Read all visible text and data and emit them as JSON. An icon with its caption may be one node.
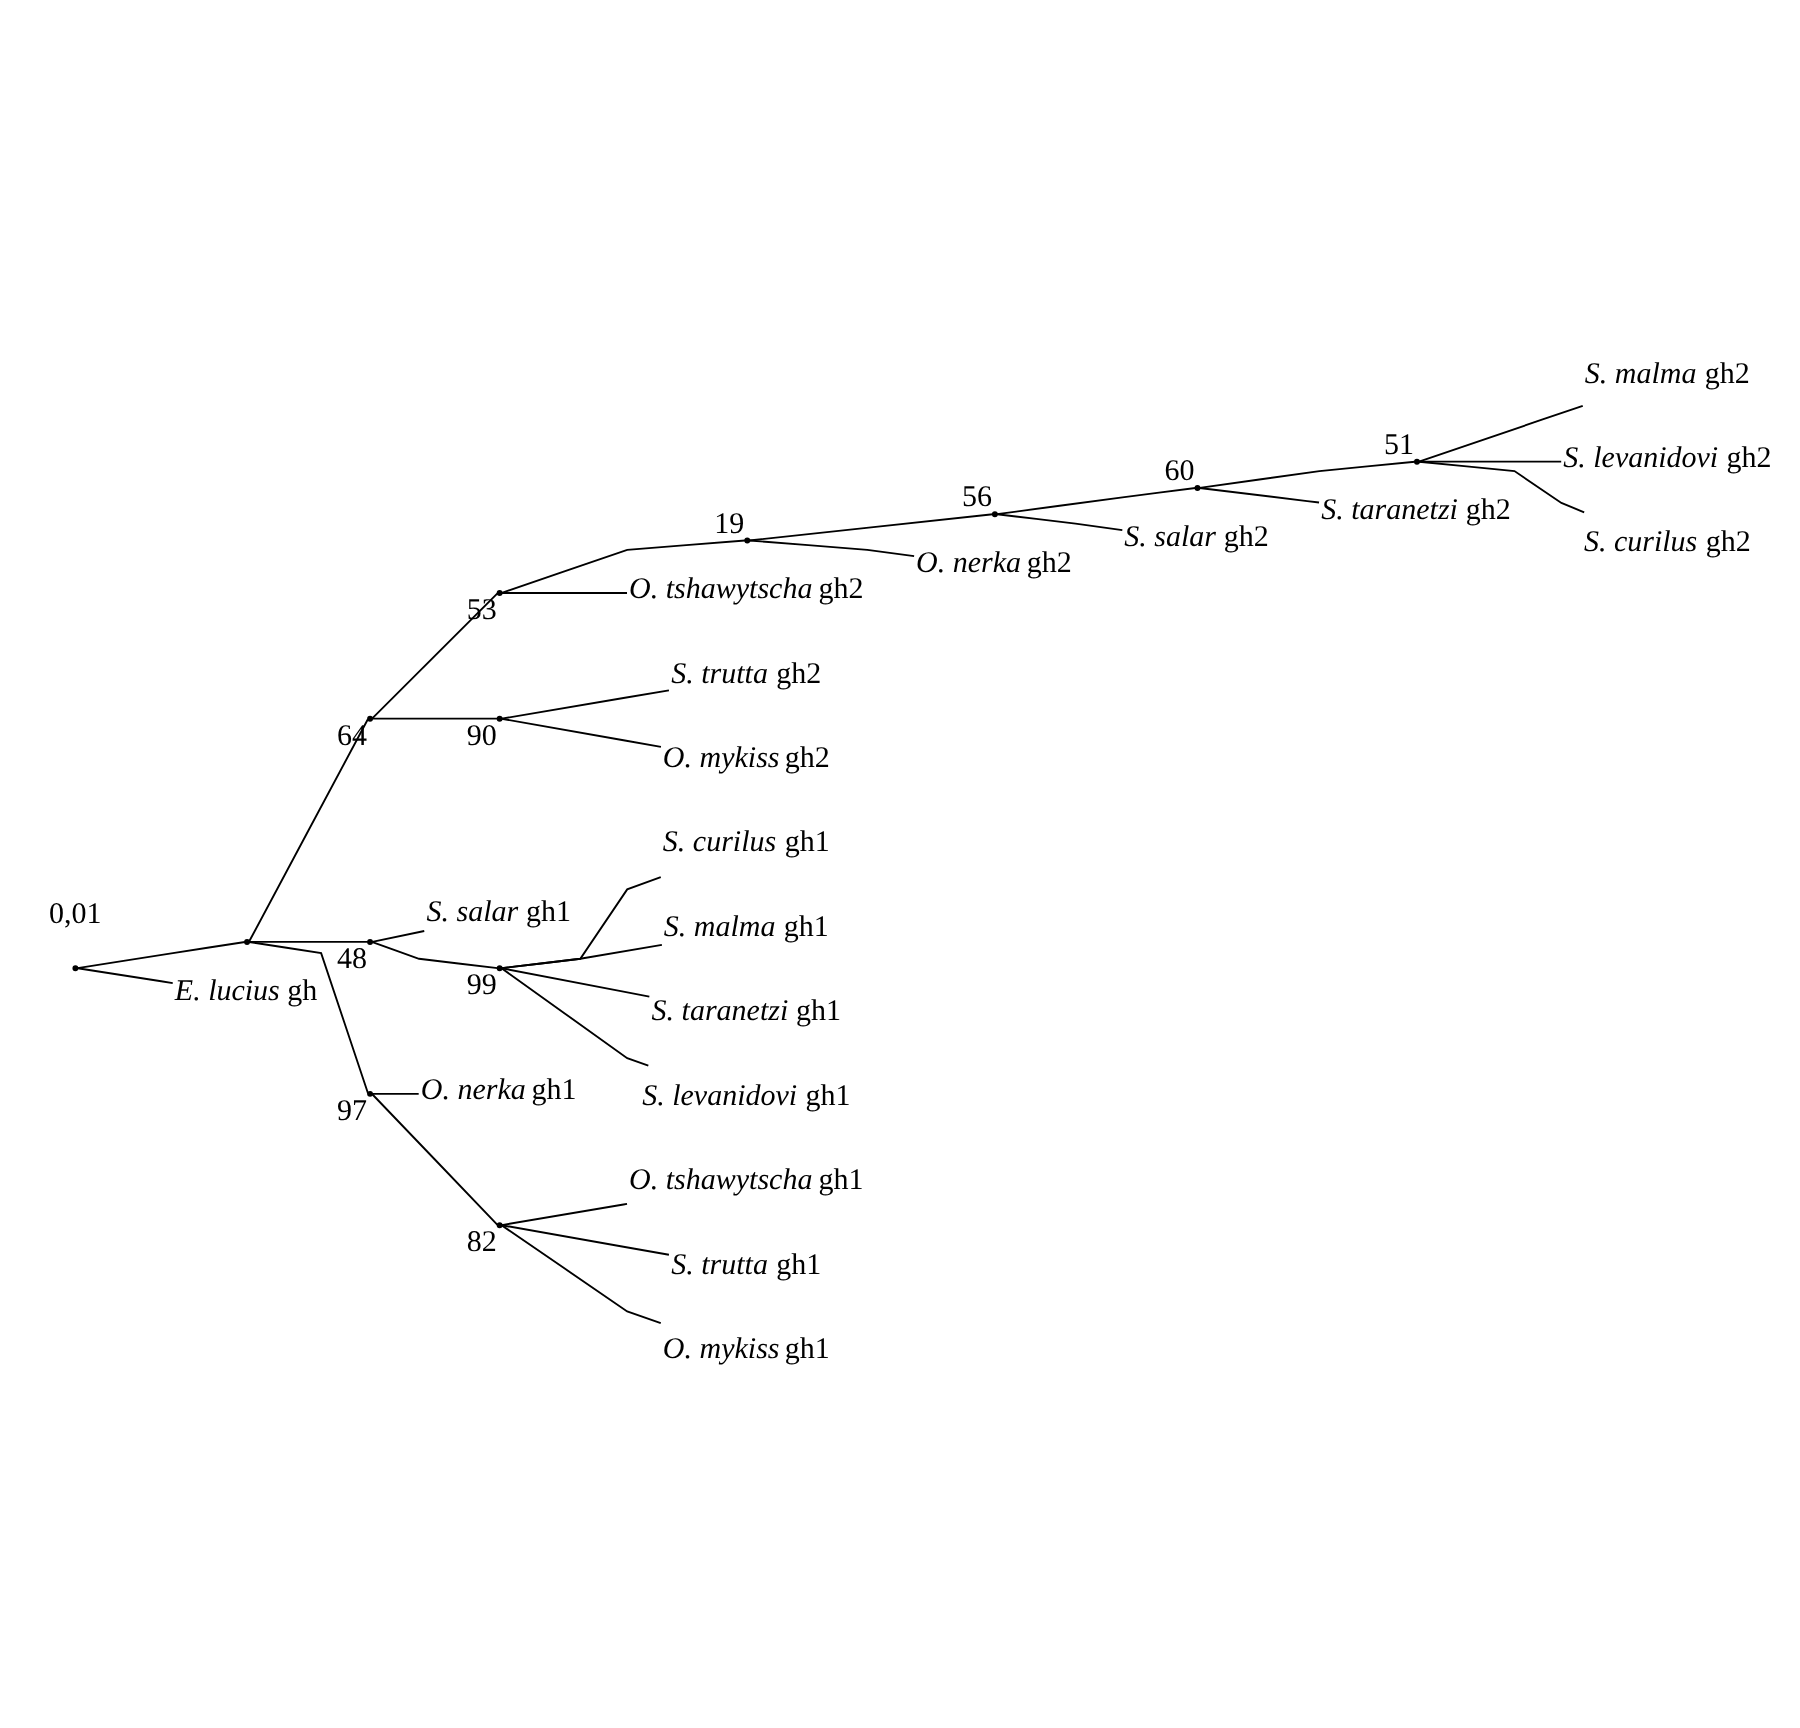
{
  "diagram": {
    "nodes": [
      {
        "text": [],
        "shape": "point"
      },
      {
        "text": [],
        "shape": "point"
      },
      {
        "text": [],
        "shape": "point",
        "beside": [
          "64"
        ]
      },
      {
        "text": [],
        "shape": "point",
        "beside": [
          "53"
        ]
      },
      {
        "text": [],
        "shape": "point",
        "beside": [
          "19"
        ]
      },
      {
        "text": [],
        "shape": "point",
        "beside": [
          "56"
        ]
      },
      {
        "text": [],
        "shape": "point",
        "beside": [
          "60"
        ]
      },
      {
        "text": [],
        "shape": "point",
        "beside": [
          "51"
        ]
      },
      {
        "text": [
          "*S. malma* gh2"
        ]
      },
      {
        "text": [
          "*S. levanidovi* gh2"
        ]
      },
      {
        "text": [
          "*S. curilus* gh2"
        ]
      },
      {
        "text": [
          "*S. taranetzi* gh2"
        ]
      },
      {
        "text": [
          "*S. salar* gh2"
        ]
      },
      {
        "text": [
          "*O. nerka* gh2"
        ]
      },
      {
        "text": [
          "*O. tshawytscha* gh2"
        ]
      },
      {
        "text": [],
        "shape": "point",
        "beside": [
          "90"
        ]
      },
      {
        "text": [
          "*S. trutta* gh2"
        ]
      },
      {
        "text": [
          "*O. mykiss* gh2"
        ]
      },
      {
        "text": [],
        "shape": "point",
        "beside": [
          "48"
        ]
      },
      {
        "text": [
          "*S. salar* gh1"
        ]
      },
      {
        "text": [],
        "shape": "point",
        "beside": [
          "99"
        ]
      },
      {
        "text": [
          "*S. curilus* gh1"
        ]
      },
      {
        "text": [
          "*S. malma* gh1"
        ]
      },
      {
        "text": [
          "*S. taranetzi* gh1"
        ]
      },
      {
        "text": [
          "*S. levanidovi* gh1"
        ]
      },
      {
        "text": [],
        "shape": "point",
        "beside": [
          "97"
        ]
      },
      {
        "text": [
          "*O. nerka* gh1"
        ]
      },
      {
        "text": [],
        "shape": "point",
        "beside": [
          "82"
        ]
      },
      {
        "text": [
          "*O. tshawytscha* gh1"
        ]
      },
      {
        "text": [
          "*S. trutta* gh1"
        ]
      },
      {
        "text": [
          "*O. mykiss* gh1"
        ]
      },
      {
        "text": [
          "*E. lucius* gh"
        ]
      }
    ],
    "edges": [
      {
        "from": 0,
        "to": 1,
        "arrow": "none"
      },
      {
        "from": 0,
        "to": 31,
        "arrow": "none"
      },
      {
        "from": 1,
        "to": 2,
        "arrow": "none"
      },
      {
        "from": 1,
        "to": 18,
        "arrow": "none"
      },
      {
        "from": 1,
        "to": 25,
        "arrow": "none"
      },
      {
        "from": 2,
        "to": 3,
        "arrow": "none"
      },
      {
        "from": 2,
        "to": 15,
        "arrow": "none"
      },
      {
        "from": 3,
        "to": 4,
        "arrow": "none"
      },
      {
        "from": 3,
        "to": 14,
        "arrow": "none"
      },
      {
        "from": 4,
        "to": 5,
        "arrow": "none"
      },
      {
        "from": 4,
        "to": 13,
        "arrow": "none"
      },
      {
        "from": 5,
        "to": 6,
        "arrow": "none"
      },
      {
        "from": 5,
        "to": 12,
        "arrow": "none"
      },
      {
        "from": 6,
        "to": 7,
        "arrow": "none"
      },
      {
        "from": 6,
        "to": 11,
        "arrow": "none"
      },
      {
        "from": 7,
        "to": 8,
        "arrow": "none"
      },
      {
        "from": 7,
        "to": 9,
        "arrow": "none"
      },
      {
        "from": 7,
        "to": 10,
        "arrow": "none"
      },
      {
        "from": 15,
        "to": 16,
        "arrow": "none"
      },
      {
        "from": 15,
        "to": 17,
        "arrow": "none"
      },
      {
        "from": 18,
        "to": 19,
        "arrow": "none"
      },
      {
        "from": 18,
        "to": 20,
        "arrow": "none"
      },
      {
        "from": 20,
        "to": 21,
        "arrow": "none"
      },
      {
        "from": 20,
        "to": 22,
        "arrow": "none"
      },
      {
        "from": 20,
        "to": 23,
        "arrow": "none"
      },
      {
        "from": 20,
        "to": 24,
        "arrow": "none"
      },
      {
        "from": 25,
        "to": 26,
        "arrow": "none"
      },
      {
        "from": 25,
        "to": 27,
        "arrow": "none"
      },
      {
        "from": 27,
        "to": 28,
        "arrow": "none"
      },
      {
        "from": 27,
        "to": 29,
        "arrow": "none"
      },
      {
        "from": 27,
        "to": 30,
        "arrow": "none"
      }
    ],
    "labels": [
      "0,01"
    ]
  }
}
